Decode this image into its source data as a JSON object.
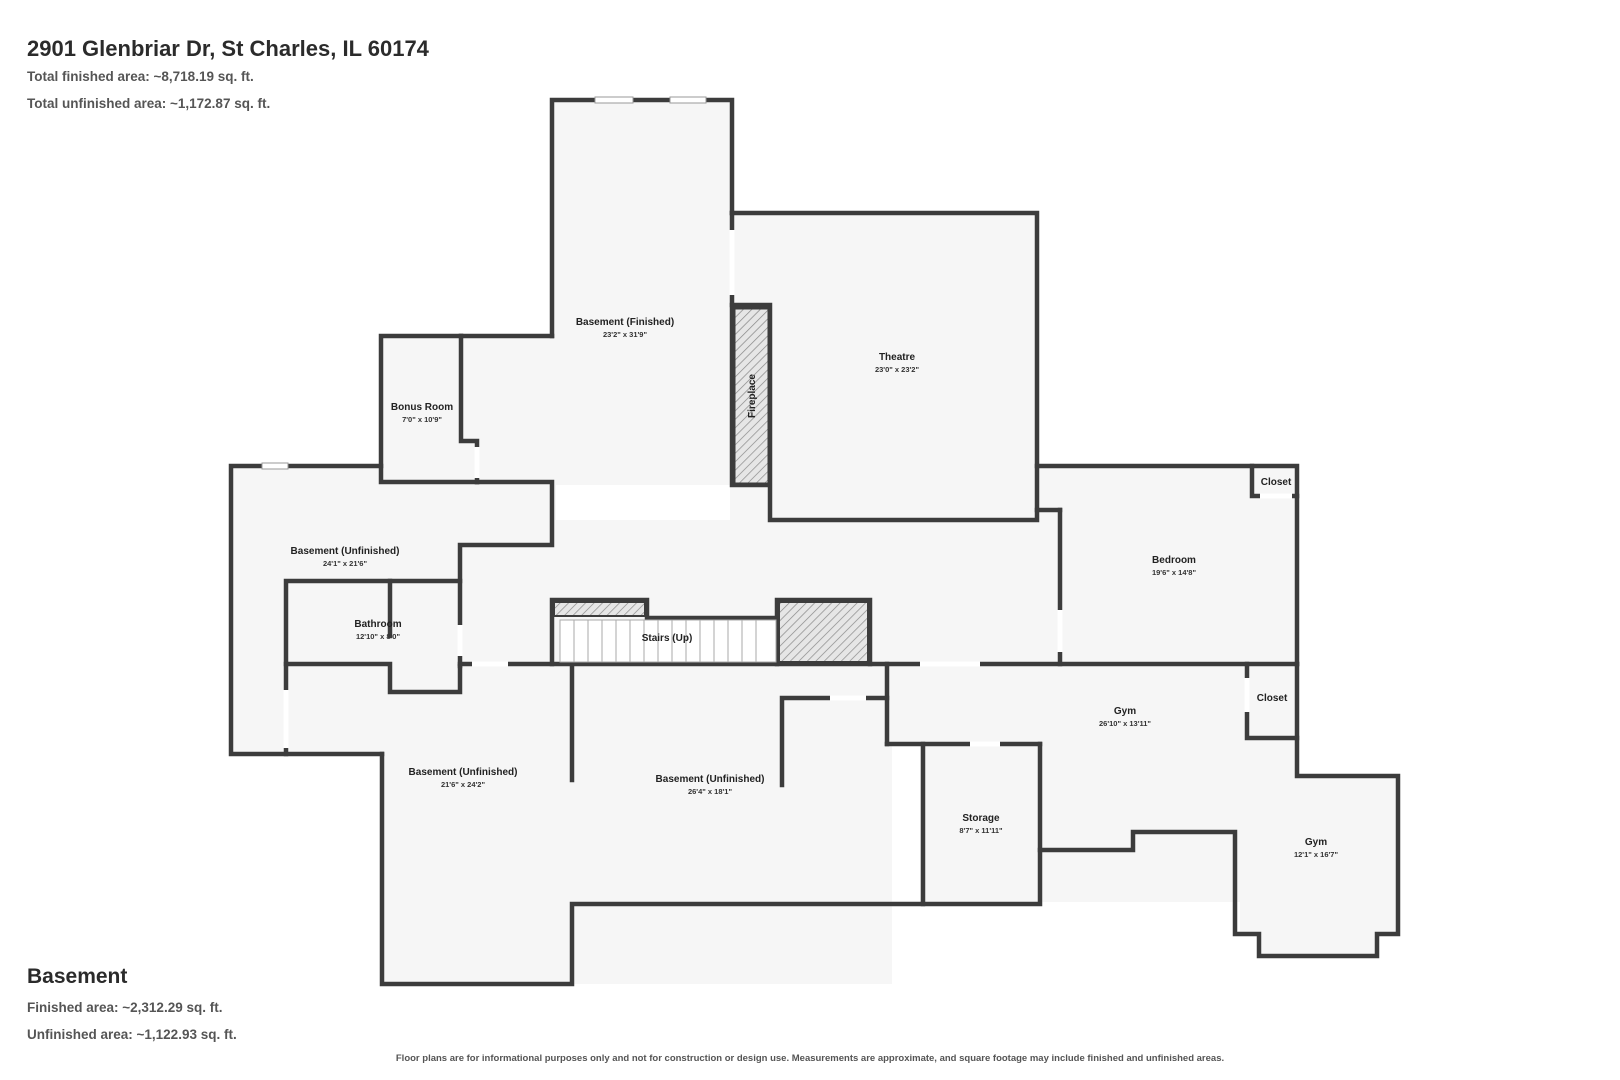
{
  "header": {
    "address": "2901 Glenbriar Dr, St Charles, IL 60174",
    "total_finished": "Total finished area: ~8,718.19 sq. ft.",
    "total_unfinished": "Total unfinished area: ~1,172.87 sq. ft."
  },
  "floor": {
    "name": "Basement",
    "finished": "Finished area: ~2,312.29 sq. ft.",
    "unfinished": "Unfinished area: ~1,122.93 sq. ft."
  },
  "disclaimer": "Floor plans are for informational purposes only and not for construction or design use. Measurements are approximate, and square footage may include finished and unfinished areas.",
  "rooms": {
    "basement_finished": {
      "name": "Basement (Finished)",
      "dim": "23'2\" x 31'9\""
    },
    "theatre": {
      "name": "Theatre",
      "dim": "23'0\" x 23'2\""
    },
    "bonus_room": {
      "name": "Bonus Room",
      "dim": "7'0\" x 10'9\""
    },
    "basement_unfinished_1": {
      "name": "Basement (Unfinished)",
      "dim": "24'1\" x 21'6\""
    },
    "bathroom": {
      "name": "Bathroom",
      "dim": "12'10\" x 8'0\""
    },
    "stairs": {
      "name": "Stairs (Up)"
    },
    "fireplace": {
      "name": "Fireplace"
    },
    "bedroom": {
      "name": "Bedroom",
      "dim": "19'6\" x 14'8\""
    },
    "closet_1": {
      "name": "Closet"
    },
    "closet_2": {
      "name": "Closet"
    },
    "gym_1": {
      "name": "Gym",
      "dim": "26'10\" x 13'11\""
    },
    "gym_2": {
      "name": "Gym",
      "dim": "12'1\" x 16'7\""
    },
    "basement_unfinished_2": {
      "name": "Basement (Unfinished)",
      "dim": "21'6\" x 24'2\""
    },
    "basement_unfinished_3": {
      "name": "Basement (Unfinished)",
      "dim": "26'4\" x 18'1\""
    },
    "storage": {
      "name": "Storage",
      "dim": "8'7\" x 11'11\""
    }
  },
  "colors": {
    "wall": "#3c3c3c",
    "floor": "#f6f6f6",
    "background": "#ffffff"
  }
}
